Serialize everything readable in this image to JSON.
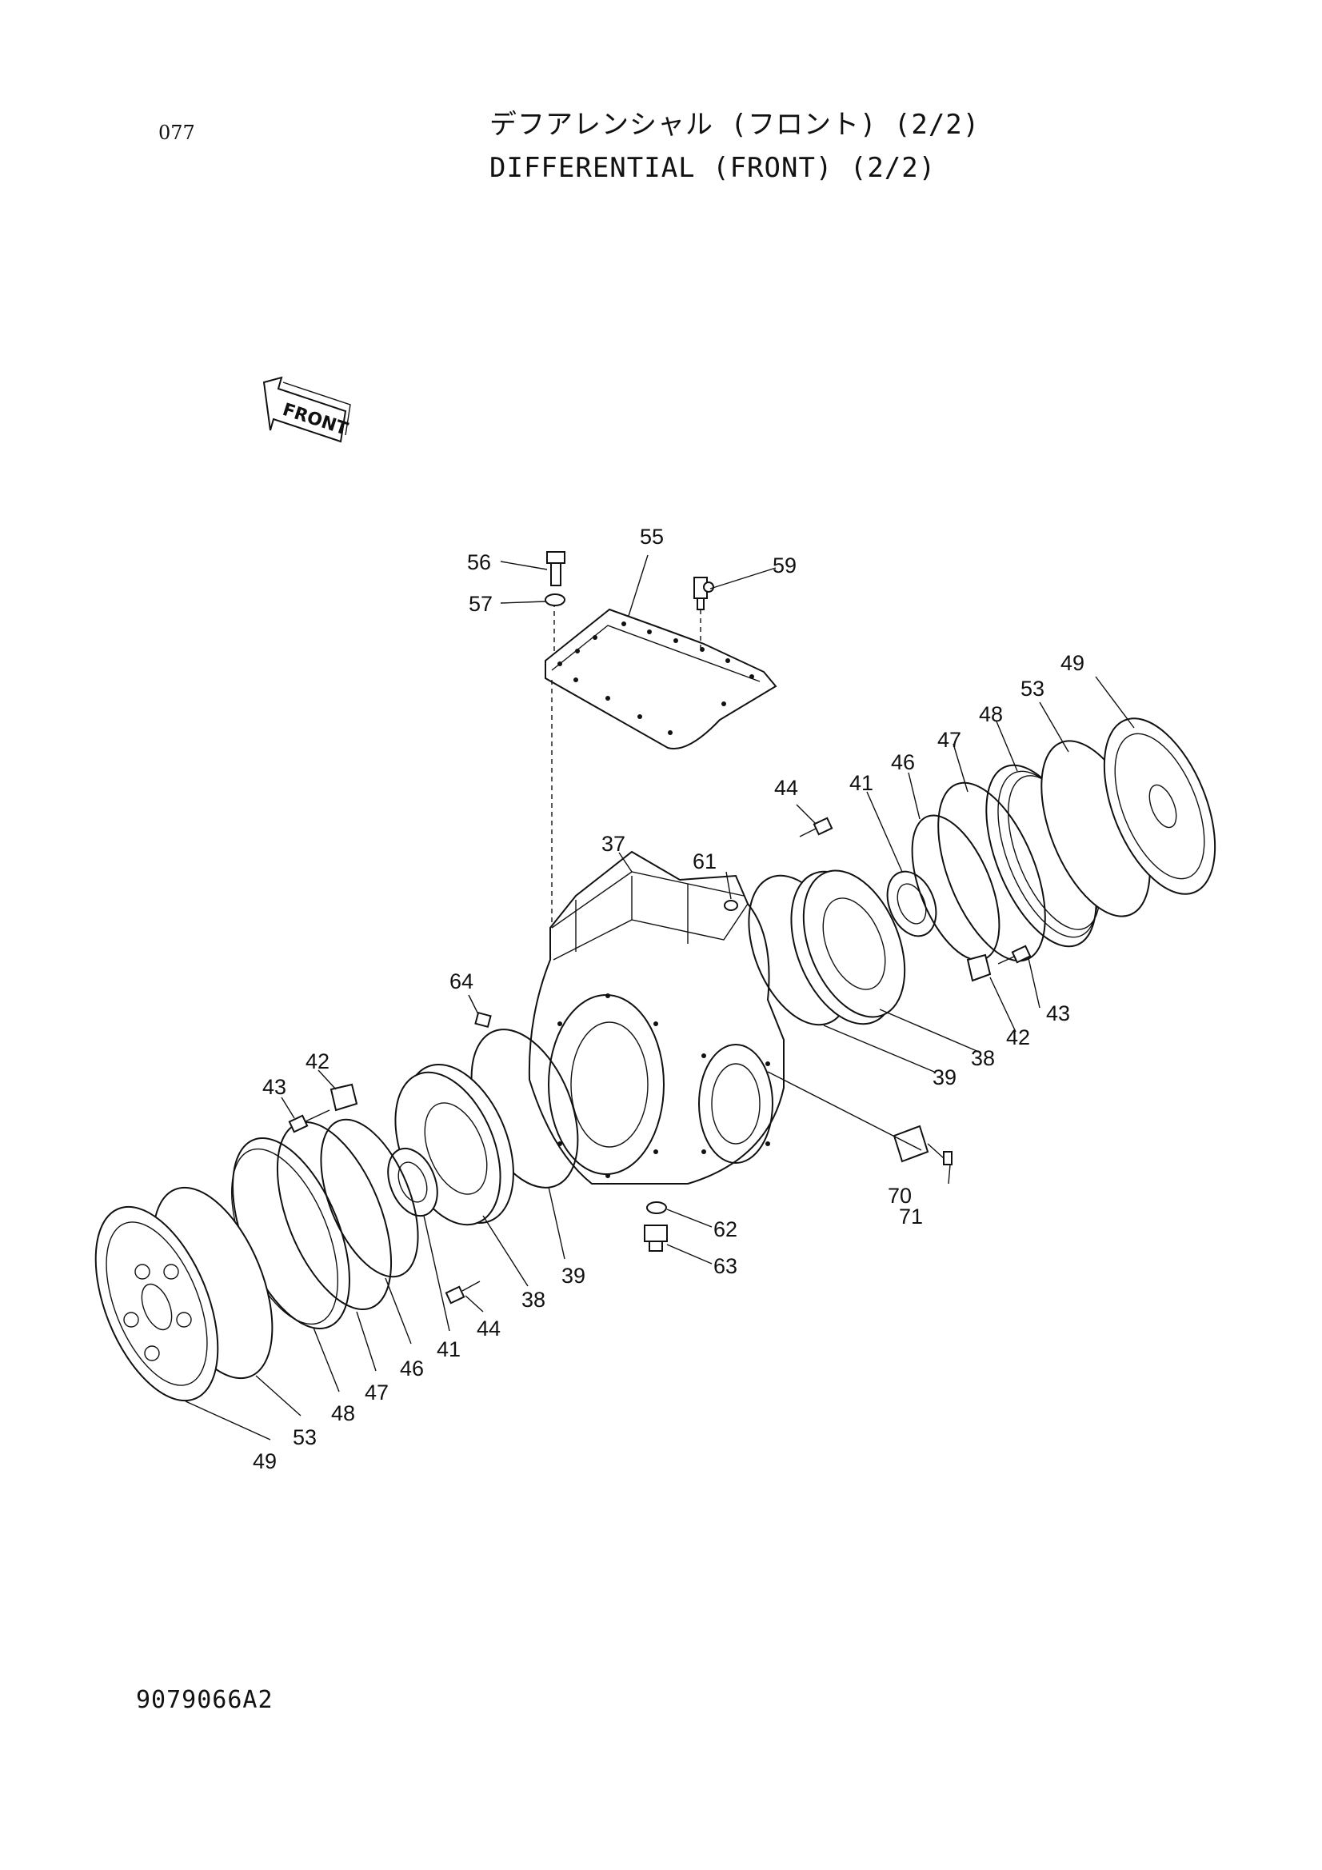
{
  "header": {
    "page_number": "077",
    "title_jp": "デフアレンシャル (フロント) (2/2)",
    "title_en": "DIFFERENTIAL (FRONT) (2/2)"
  },
  "front_arrow": {
    "label": "FRONT"
  },
  "footer": {
    "drawing_number": "9079066A2"
  },
  "callouts": {
    "c56": "56",
    "c57": "57",
    "c55": "55",
    "c59": "59",
    "c49r": "49",
    "c53r": "53",
    "c48r": "48",
    "c47r": "47",
    "c46r": "46",
    "c41r": "41",
    "c44r": "44",
    "c37": "37",
    "c61": "61",
    "c64": "64",
    "c43r": "43",
    "c42r": "42",
    "c38r": "38",
    "c39r": "39",
    "c70": "70",
    "c71": "71",
    "c62": "62",
    "c63": "63",
    "c42l": "42",
    "c43l": "43",
    "c44l": "44",
    "c38l": "38",
    "c39l": "39",
    "c41l": "41",
    "c46l": "46",
    "c47l": "47",
    "c48l": "48",
    "c53l": "53",
    "c49l": "49"
  }
}
